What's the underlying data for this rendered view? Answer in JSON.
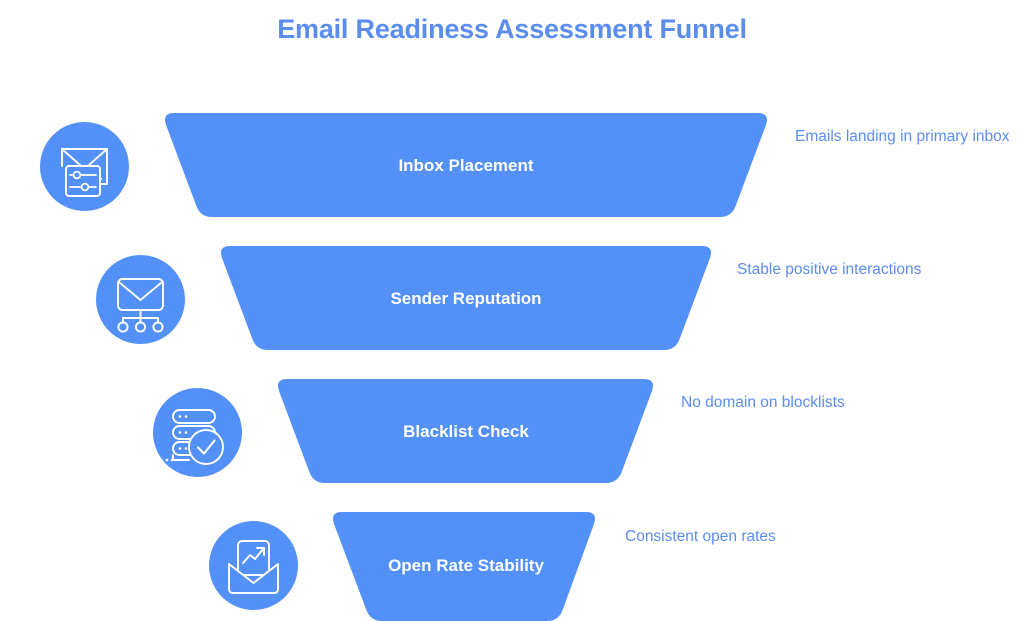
{
  "title": "Email Readiness Assessment Funnel",
  "colors": {
    "funnel_blue": "#5390F8",
    "title_blue": "#5B8DEF",
    "desc_blue": "#5B8DEF",
    "label_white": "#FFFFFF",
    "background": "#FFFFFF",
    "icon_stroke": "#FFFFFF"
  },
  "chart_data": {
    "type": "funnel",
    "title": "Email Readiness Assessment Funnel",
    "orientation": "vertical",
    "stage_count": 4,
    "stages": [
      {
        "label": "Inbox Placement",
        "description": "Emails landing in primary inbox",
        "icon": "envelope-settings-icon",
        "rank": 1,
        "top_width": 606,
        "bottom_width": 548
      },
      {
        "label": "Sender Reputation",
        "description": "Stable positive interactions",
        "icon": "envelope-network-icon",
        "rank": 2,
        "top_width": 494,
        "bottom_width": 436
      },
      {
        "label": "Blacklist Check",
        "description": "No domain on blocklists",
        "icon": "server-check-icon",
        "rank": 3,
        "top_width": 380,
        "bottom_width": 320
      },
      {
        "label": "Open Rate Stability",
        "description": "Consistent open rates",
        "icon": "envelope-trend-icon",
        "rank": 4,
        "top_width": 268,
        "bottom_width": 208
      }
    ]
  }
}
